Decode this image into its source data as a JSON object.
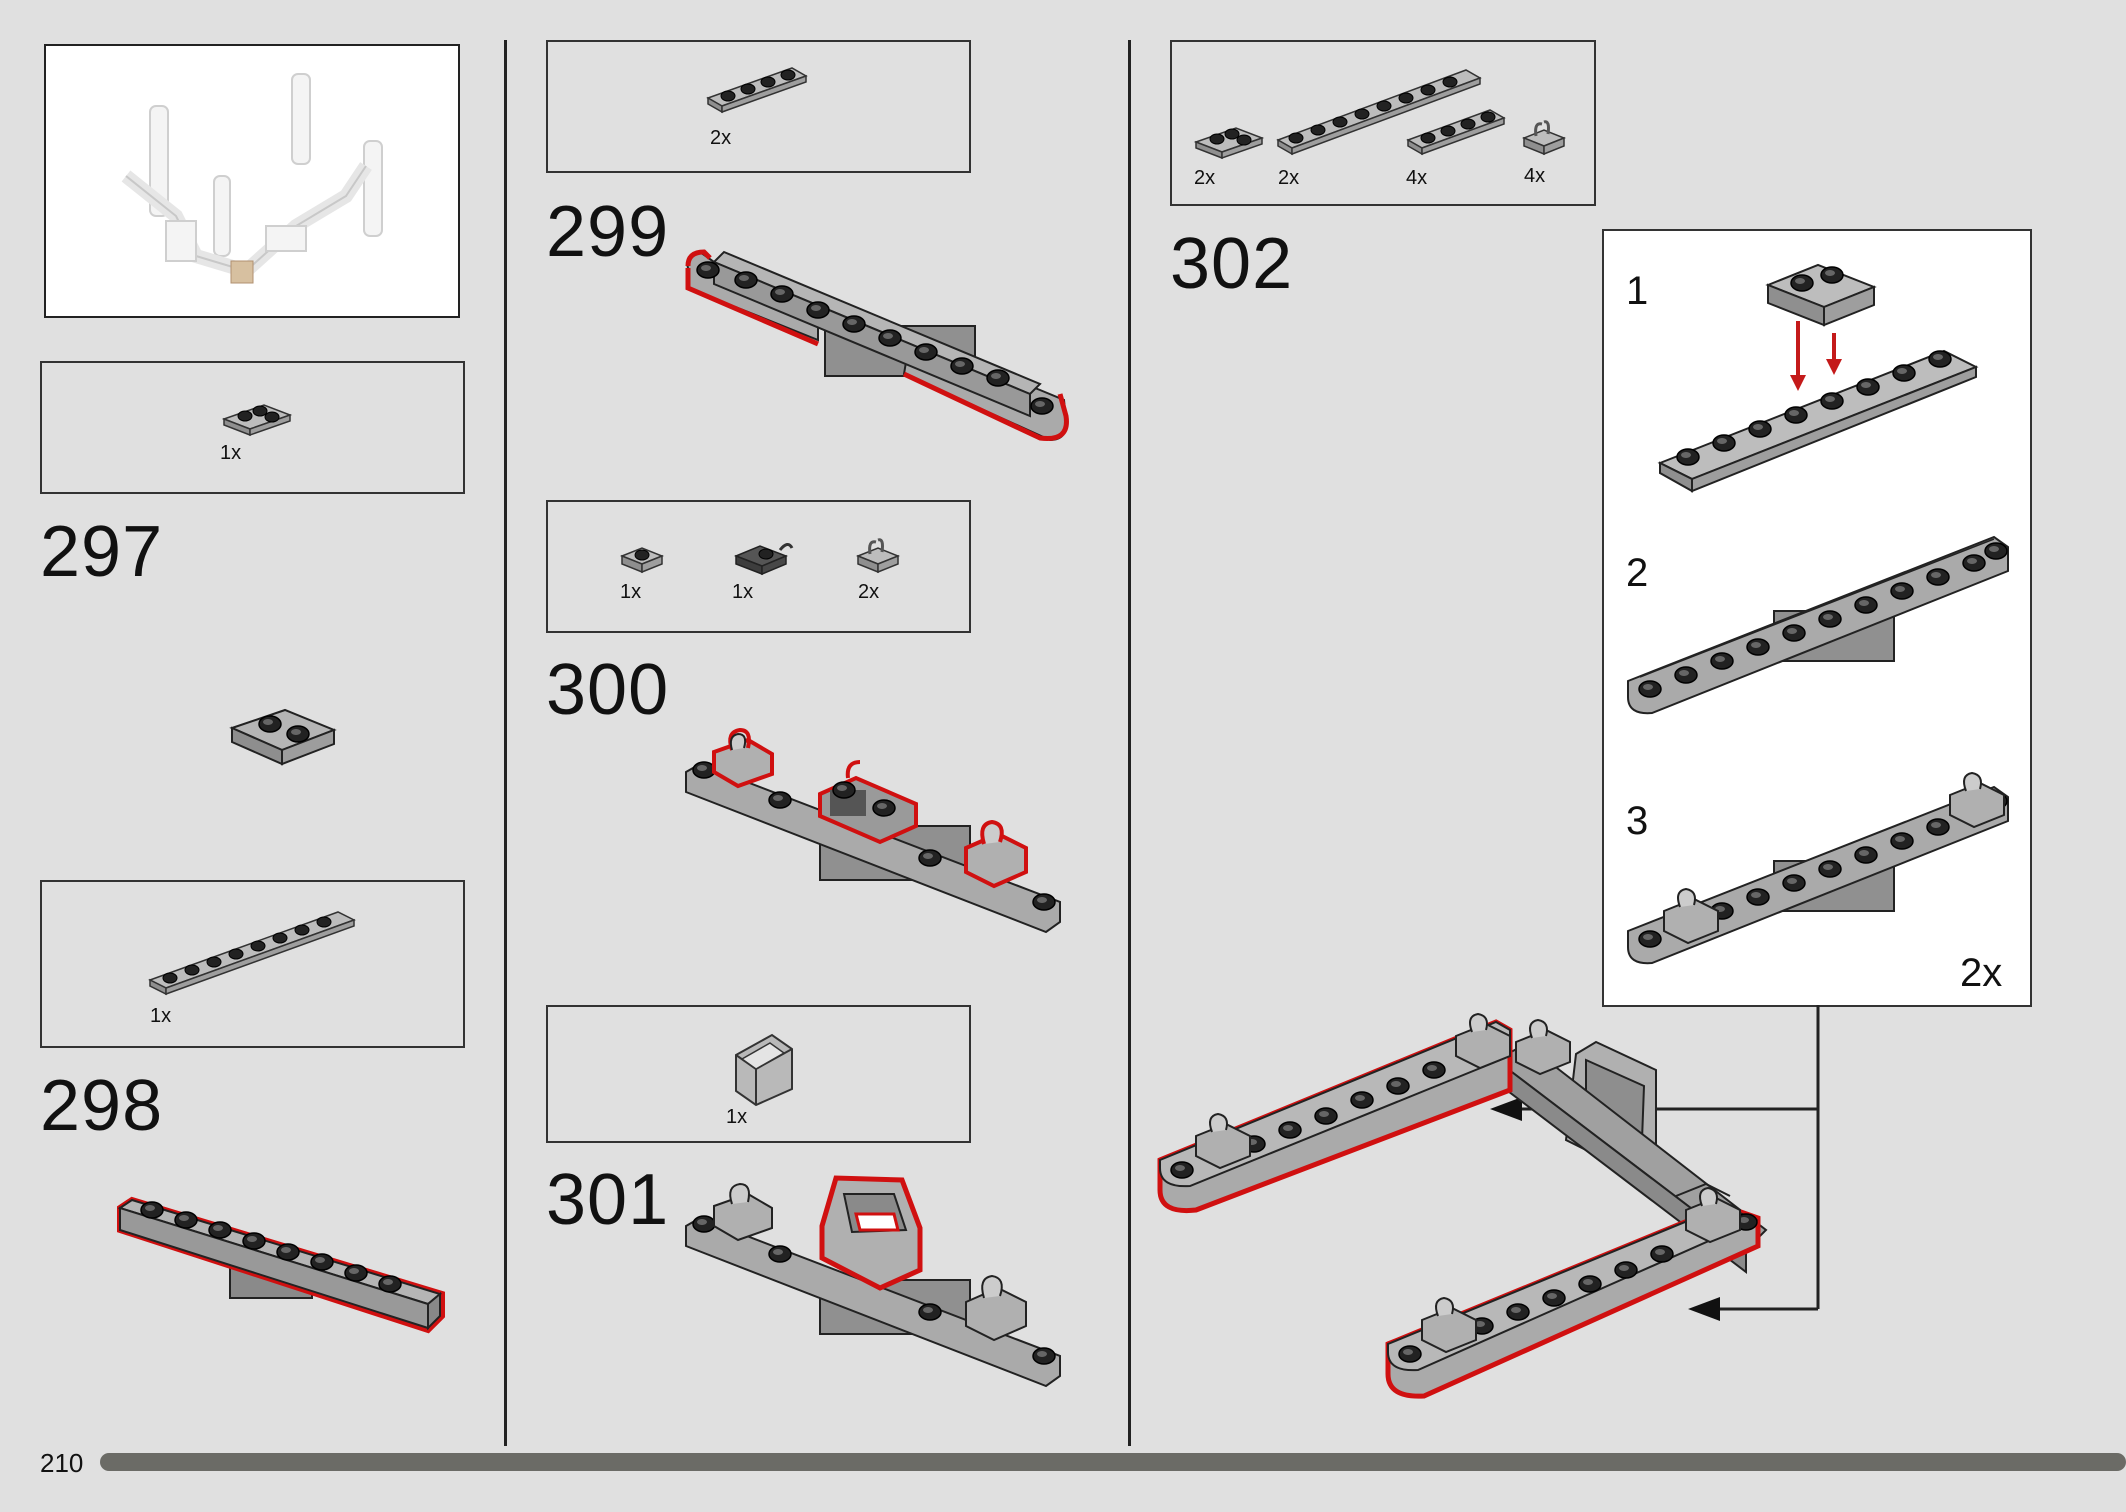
{
  "page": {
    "number": "210"
  },
  "steps": {
    "s297": {
      "label": "297",
      "parts": [
        {
          "qty": "1x",
          "icon": "plate-1x2-icon"
        }
      ]
    },
    "s298": {
      "label": "298",
      "parts": [
        {
          "qty": "1x",
          "icon": "plate-1x8-icon"
        }
      ]
    },
    "s299": {
      "label": "299",
      "parts": [
        {
          "qty": "2x",
          "icon": "plate-1x4-icon"
        }
      ]
    },
    "s300": {
      "label": "300",
      "parts": [
        {
          "qty": "1x",
          "icon": "plate-1x1-icon"
        },
        {
          "qty": "1x",
          "icon": "plate-clip-dark-icon"
        },
        {
          "qty": "2x",
          "icon": "plate-clip-icon"
        }
      ]
    },
    "s301": {
      "label": "301",
      "parts": [
        {
          "qty": "1x",
          "icon": "slope-handle-icon"
        }
      ]
    },
    "s302": {
      "label": "302",
      "parts": [
        {
          "qty": "2x",
          "icon": "plate-1x2-icon"
        },
        {
          "qty": "2x",
          "icon": "plate-1x8-icon"
        },
        {
          "qty": "4x",
          "icon": "plate-1x4-icon"
        },
        {
          "qty": "4x",
          "icon": "plate-clip-icon"
        }
      ]
    }
  },
  "substeps": {
    "one": "1",
    "two": "2",
    "three": "3",
    "multiplier": "2x"
  },
  "colors": {
    "highlight": "#d01010",
    "part": "#a8a8a8",
    "stud": "#222222",
    "arrow": "#c41a1a"
  }
}
